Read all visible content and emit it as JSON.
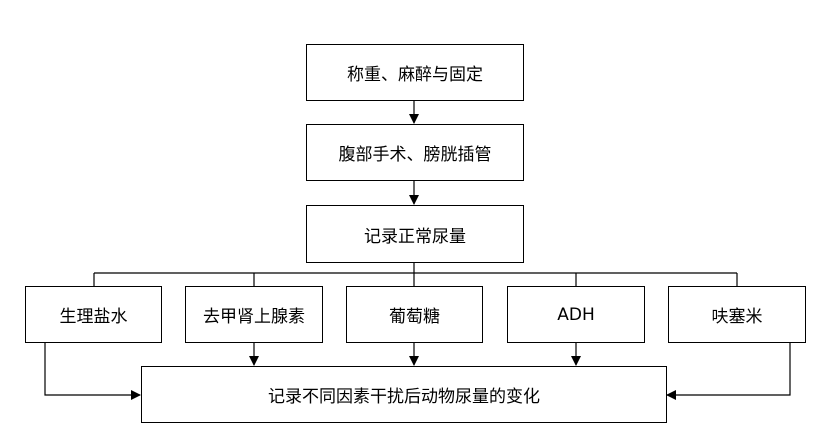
{
  "flowchart": {
    "steps": [
      "称重、麻醉与固定",
      "腹部手术、膀胱插管",
      "记录正常尿量"
    ],
    "treatments": [
      "生理盐水",
      "去甲肾上腺素",
      "葡萄糖",
      "ADH",
      "呋塞米"
    ],
    "result": "记录不同因素干扰后动物尿量的变化"
  }
}
